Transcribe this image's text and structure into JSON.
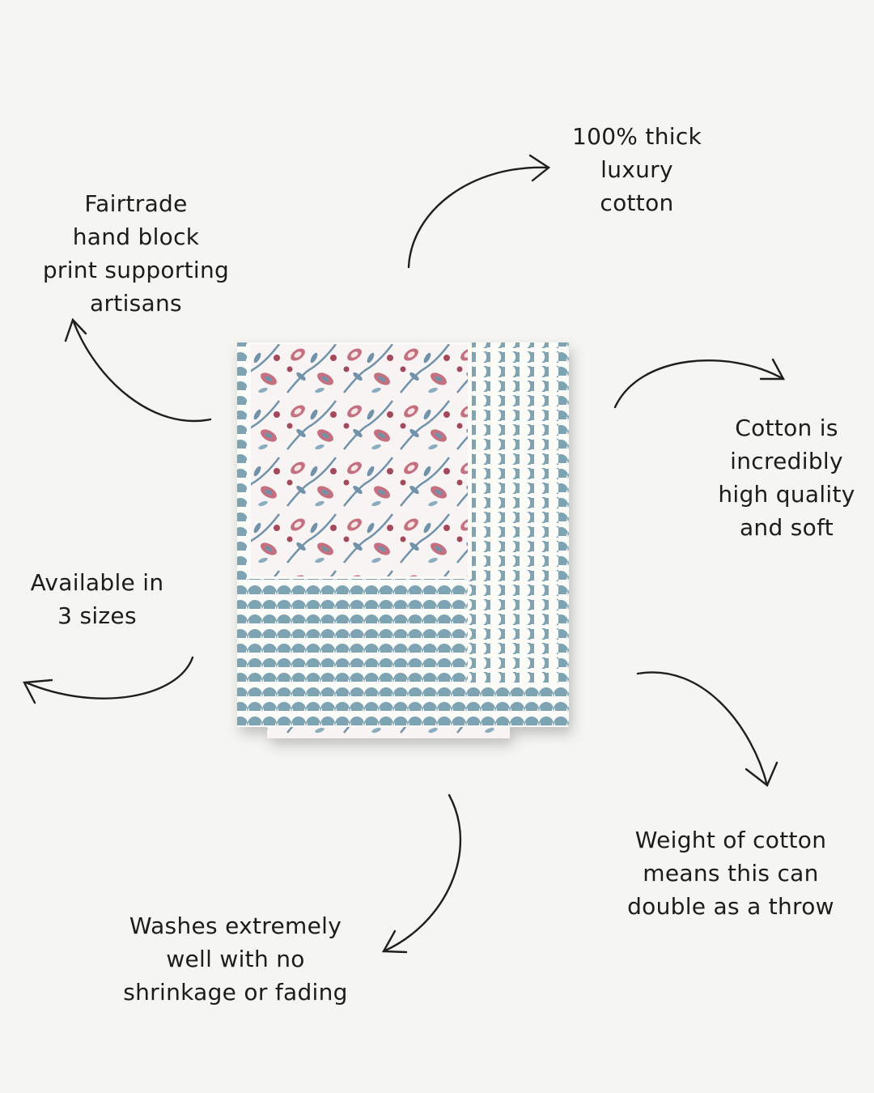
{
  "colors": {
    "background": "#f5f5f1",
    "text": "#1c1c1c",
    "border_blue": "#7ea4b3",
    "floral_pink": "#c4707f",
    "floral_blue": "#6f93aa"
  },
  "features": {
    "cotton_thickness": [
      "100% thick",
      "luxury",
      "cotton"
    ],
    "fairtrade": [
      "Fairtrade",
      "hand block",
      "print supporting",
      "artisans"
    ],
    "quality": [
      "Cotton is",
      "incredibly",
      "high quality",
      "and soft"
    ],
    "sizes": [
      "Available in",
      "3 sizes"
    ],
    "weight": [
      "Weight of cotton",
      "means this can",
      "double as a throw"
    ],
    "washing": [
      "Washes extremely",
      "well with no",
      "shrinkage or fading"
    ]
  }
}
